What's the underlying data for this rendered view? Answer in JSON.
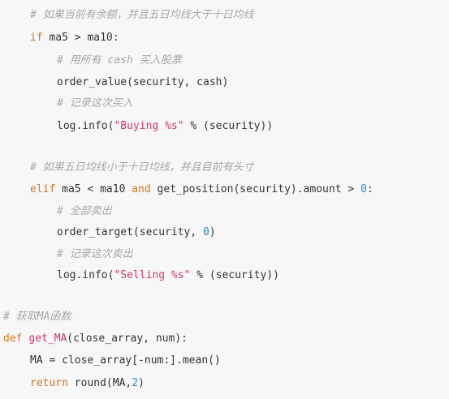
{
  "code": {
    "lines": [
      {
        "indent": 1,
        "tokens": [
          {
            "t": "comment",
            "v": "# 如果当前有余额，并且五日均线大于十日均线"
          }
        ]
      },
      {
        "indent": 1,
        "tokens": [
          {
            "t": "keyword",
            "v": "if"
          },
          {
            "t": "plain",
            "v": " ma5 > ma10:"
          }
        ]
      },
      {
        "indent": 2,
        "tokens": [
          {
            "t": "comment",
            "v": "# 用所有 cash 买入股票"
          }
        ]
      },
      {
        "indent": 2,
        "tokens": [
          {
            "t": "plain",
            "v": "order_value(security, cash)"
          }
        ]
      },
      {
        "indent": 2,
        "tokens": [
          {
            "t": "comment",
            "v": "# 记录这次买入"
          }
        ]
      },
      {
        "indent": 2,
        "tokens": [
          {
            "t": "plain",
            "v": "log.info("
          },
          {
            "t": "string",
            "v": "\"Buying %s\""
          },
          {
            "t": "plain",
            "v": " % (security))"
          }
        ]
      },
      {
        "indent": 0,
        "tokens": []
      },
      {
        "indent": 1,
        "tokens": [
          {
            "t": "comment",
            "v": "# 如果五日均线小于十日均线，并且目前有头寸"
          }
        ]
      },
      {
        "indent": 1,
        "tokens": [
          {
            "t": "keyword",
            "v": "elif"
          },
          {
            "t": "plain",
            "v": " ma5 < ma10 "
          },
          {
            "t": "keyword",
            "v": "and"
          },
          {
            "t": "plain",
            "v": " get_position(security).amount > "
          },
          {
            "t": "number",
            "v": "0"
          },
          {
            "t": "plain",
            "v": ":"
          }
        ]
      },
      {
        "indent": 2,
        "tokens": [
          {
            "t": "comment",
            "v": "# 全部卖出"
          }
        ]
      },
      {
        "indent": 2,
        "tokens": [
          {
            "t": "plain",
            "v": "order_target(security, "
          },
          {
            "t": "number",
            "v": "0"
          },
          {
            "t": "plain",
            "v": ")"
          }
        ]
      },
      {
        "indent": 2,
        "tokens": [
          {
            "t": "comment",
            "v": "# 记录这次卖出"
          }
        ]
      },
      {
        "indent": 2,
        "tokens": [
          {
            "t": "plain",
            "v": "log.info("
          },
          {
            "t": "string",
            "v": "\"Selling %s\""
          },
          {
            "t": "plain",
            "v": " % (security))"
          }
        ]
      },
      {
        "indent": 0,
        "tokens": []
      },
      {
        "indent": 0,
        "tokens": [
          {
            "t": "comment",
            "v": "# 获取MA函数"
          }
        ]
      },
      {
        "indent": 0,
        "tokens": [
          {
            "t": "keyword",
            "v": "def"
          },
          {
            "t": "plain",
            "v": " "
          },
          {
            "t": "funcdef",
            "v": "get_MA"
          },
          {
            "t": "plain",
            "v": "(close_array, num):"
          }
        ]
      },
      {
        "indent": 1,
        "tokens": [
          {
            "t": "plain",
            "v": "MA = close_array[-num:].mean()"
          }
        ]
      },
      {
        "indent": 1,
        "tokens": [
          {
            "t": "keyword",
            "v": "return"
          },
          {
            "t": "plain",
            "v": " round(MA,"
          },
          {
            "t": "number",
            "v": "2"
          },
          {
            "t": "plain",
            "v": ")"
          }
        ]
      }
    ]
  },
  "colors": {
    "background": "#f7f7f7",
    "text": "#333333",
    "comment": "#a8a8a8",
    "keyword": "#d4761b",
    "string": "#d6336c",
    "number": "#1f8ad6",
    "function_name": "#d6336c"
  }
}
